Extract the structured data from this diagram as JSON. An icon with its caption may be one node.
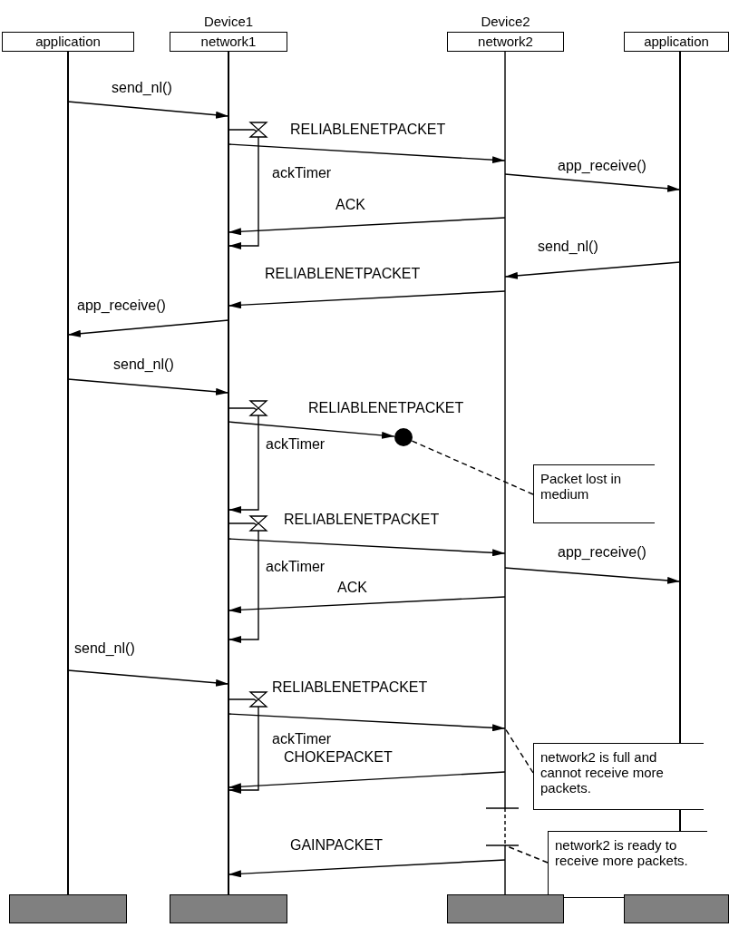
{
  "diagram": {
    "nodes": [
      {
        "text": [
          "application"
        ]
      },
      {
        "text": [
          "network1"
        ],
        "beside": [
          "Device1"
        ]
      },
      {
        "text": [
          "network2"
        ],
        "beside": [
          "Device2"
        ]
      },
      {
        "text": [
          "application"
        ]
      },
      {
        "text": [],
        "shape": "circle"
      },
      {
        "text": [
          "Packet lost in medium"
        ]
      },
      {
        "text": [
          "network2 is full and cannot receive more packets."
        ]
      },
      {
        "text": [
          "network2 is ready to receive more packets."
        ]
      },
      {
        "text": [],
        "shape": "bar"
      },
      {
        "text": [],
        "shape": "bar"
      },
      {
        "text": [],
        "shape": "bar"
      },
      {
        "text": [],
        "shape": "bar"
      }
    ],
    "edges": [
      {
        "from": 0,
        "to": 1,
        "arrow": "to",
        "label": "send_nl()"
      },
      {
        "from": 1,
        "to": 1,
        "arrow": "to",
        "label": "ackTimer"
      },
      {
        "from": 1,
        "to": 2,
        "arrow": "to",
        "label": "RELIABLENETPACKET"
      },
      {
        "from": 2,
        "to": 3,
        "arrow": "to",
        "label": "app_receive()"
      },
      {
        "from": 2,
        "to": 1,
        "arrow": "to",
        "label": "ACK"
      },
      {
        "from": 3,
        "to": 2,
        "arrow": "to",
        "label": "send_nl()"
      },
      {
        "from": 2,
        "to": 1,
        "arrow": "to",
        "label": "RELIABLENETPACKET"
      },
      {
        "from": 1,
        "to": 0,
        "arrow": "to",
        "label": "app_receive()"
      },
      {
        "from": 0,
        "to": 1,
        "arrow": "to",
        "label": "send_nl()"
      },
      {
        "from": 1,
        "to": 1,
        "arrow": "to",
        "label": "ackTimer"
      },
      {
        "from": 1,
        "to": 4,
        "arrow": "to",
        "label": "RELIABLENETPACKET"
      },
      {
        "from": 5,
        "to": 4,
        "arrow": "none",
        "style": "dashed"
      },
      {
        "from": 1,
        "to": 1,
        "arrow": "to",
        "label": "ackTimer"
      },
      {
        "from": 1,
        "to": 2,
        "arrow": "to",
        "label": "RELIABLENETPACKET"
      },
      {
        "from": 2,
        "to": 3,
        "arrow": "to",
        "label": "app_receive()"
      },
      {
        "from": 2,
        "to": 1,
        "arrow": "to",
        "label": "ACK"
      },
      {
        "from": 0,
        "to": 1,
        "arrow": "to",
        "label": "send_nl()"
      },
      {
        "from": 1,
        "to": 1,
        "arrow": "to",
        "label": "ackTimer"
      },
      {
        "from": 1,
        "to": 2,
        "arrow": "to",
        "label": "RELIABLENETPACKET"
      },
      {
        "from": 6,
        "to": 2,
        "arrow": "none",
        "style": "dashed"
      },
      {
        "from": 2,
        "to": 1,
        "arrow": "to",
        "label": "CHOKEPACKET"
      },
      {
        "from": 7,
        "to": 2,
        "arrow": "none",
        "style": "dashed"
      },
      {
        "from": 2,
        "to": 1,
        "arrow": "to",
        "label": "GAINPACKET"
      }
    ]
  }
}
